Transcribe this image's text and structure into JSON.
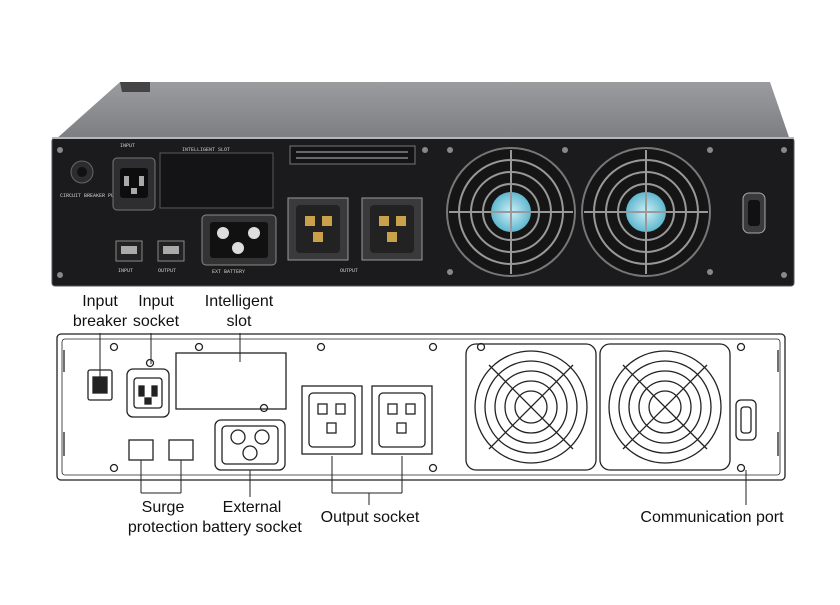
{
  "photo": {
    "panel_labels": {
      "input": "INPUT",
      "breaker_note": "CIRCUIT BREAKER PUSH TO RESET",
      "intelligent_slot": "INTELLIGENT SLOT",
      "output": "OUTPUT",
      "ext_battery": "EXT BATTERY",
      "in_port": "INPUT",
      "out_port": "OUTPUT"
    }
  },
  "callouts": {
    "input_breaker": [
      "Input",
      "breaker"
    ],
    "input_socket": [
      "Input",
      "socket"
    ],
    "intelligent_slot": [
      "Intelligent",
      "slot"
    ],
    "surge_protection": [
      "Surge",
      "protection"
    ],
    "external_battery_socket": [
      "External",
      "battery socket"
    ],
    "output_socket": [
      "Output socket"
    ],
    "communication_port": [
      "Communication port"
    ]
  },
  "colors": {
    "chassis_top": "#8e9093",
    "chassis_face": "#1b1b1d",
    "fan_hub": "#8fd4e6",
    "line": "#222222"
  },
  "icons": [
    "cooling-fan-icon",
    "db9-port-icon",
    "universal-outlet-icon",
    "iec-inlet-icon",
    "rj45-port-icon"
  ]
}
